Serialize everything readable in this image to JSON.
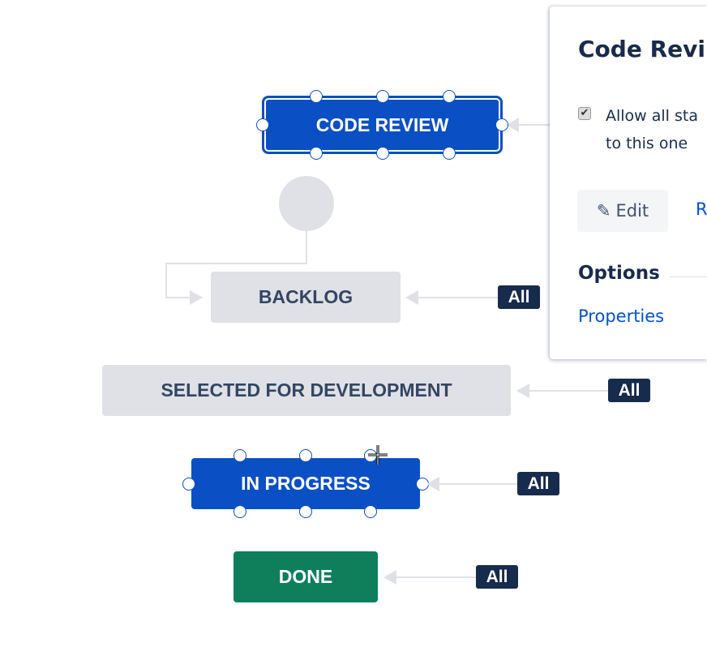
{
  "nodes": {
    "code_review": "CODE REVIEW",
    "backlog": "BACKLOG",
    "selected": "SELECTED FOR DEVELOPMENT",
    "in_progress": "IN PROGRESS",
    "done": "DONE"
  },
  "all_label": "All",
  "panel": {
    "title": "Code Revi",
    "checkbox_label_line1": "Allow all sta",
    "checkbox_label_line2": "to this one",
    "checkbox_checked": true,
    "edit_label": "Edit",
    "second_action": "R",
    "options_heading": "Options",
    "properties_link": "Properties"
  },
  "colors": {
    "selected_blue": "#0b4fc4",
    "done_green": "#0e7f5a",
    "badge": "#172b4d",
    "link": "#0052cc"
  }
}
